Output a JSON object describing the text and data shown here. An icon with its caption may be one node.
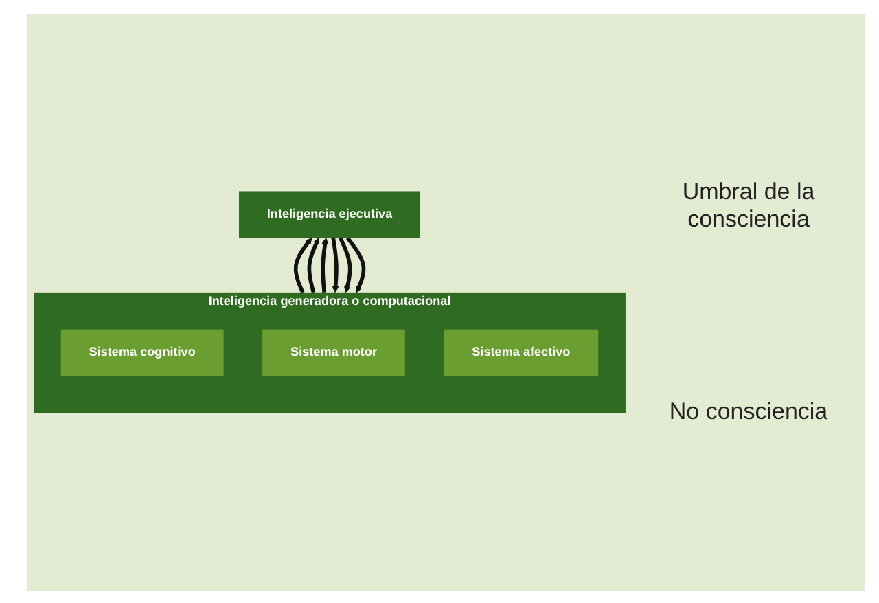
{
  "diagram": {
    "nodes": [
      {
        "text": [
          "Inteligencia ejecutiva"
        ]
      },
      {
        "text": [
          "Inteligencia generadora o computacional"
        ]
      },
      {
        "text": [
          "Sistema cognitivo"
        ],
        "in": 1
      },
      {
        "text": [
          "Sistema motor"
        ],
        "in": 1
      },
      {
        "text": [
          "Sistema afectivo"
        ],
        "in": 1
      }
    ],
    "edges": [
      {
        "from": 1,
        "to": 0,
        "arrow": "to"
      },
      {
        "from": 0,
        "to": 1,
        "arrow": "to"
      },
      {
        "from": 1,
        "to": 0,
        "arrow": "to"
      },
      {
        "from": 0,
        "to": 1,
        "arrow": "to"
      },
      {
        "from": 1,
        "to": 0,
        "arrow": "to"
      },
      {
        "from": 0,
        "to": 1,
        "arrow": "to"
      }
    ],
    "labels": [
      "Umbral de la consciencia",
      "No consciencia"
    ]
  }
}
